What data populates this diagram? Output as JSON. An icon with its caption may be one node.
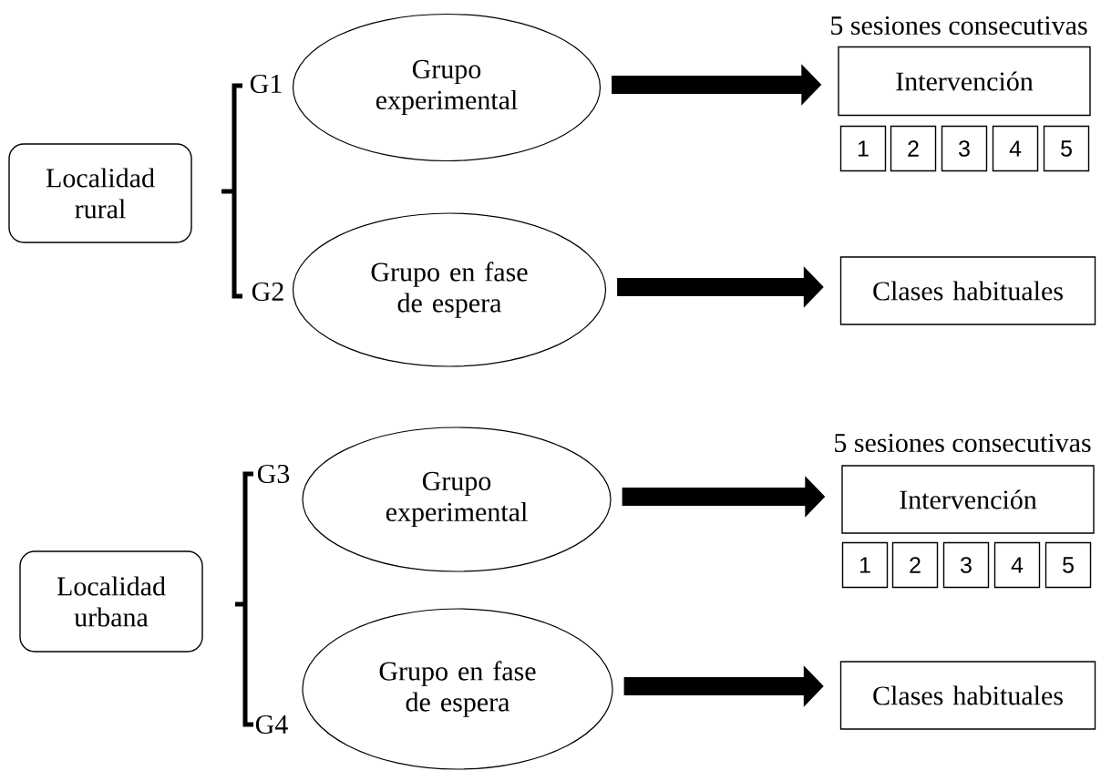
{
  "diagram": {
    "nodes": [
      {
        "text": [
          "Localidad rural"
        ]
      },
      {
        "text": [
          "Grupo experimental"
        ],
        "beside": [
          "G1"
        ]
      },
      {
        "text": [
          "Grupo en fase de espera"
        ],
        "beside": [
          "G2"
        ]
      },
      {
        "text": [
          "Intervención"
        ],
        "beside": [
          "5 sesiones consecutivas"
        ]
      },
      {
        "text": [
          "1"
        ]
      },
      {
        "text": [
          "2"
        ]
      },
      {
        "text": [
          "3"
        ]
      },
      {
        "text": [
          "4"
        ]
      },
      {
        "text": [
          "5"
        ]
      },
      {
        "text": [
          "Clases habituales"
        ]
      },
      {
        "text": [
          "Localidad urbana"
        ]
      },
      {
        "text": [
          "Grupo experimental"
        ],
        "beside": [
          "G3"
        ]
      },
      {
        "text": [
          "Grupo en fase de espera"
        ],
        "beside": [
          "G4"
        ]
      },
      {
        "text": [
          "Intervención"
        ],
        "beside": [
          "5 sesiones consecutivas"
        ]
      },
      {
        "text": [
          "1"
        ]
      },
      {
        "text": [
          "2"
        ]
      },
      {
        "text": [
          "3"
        ]
      },
      {
        "text": [
          "4"
        ]
      },
      {
        "text": [
          "5"
        ]
      },
      {
        "text": [
          "Clases habituales"
        ]
      }
    ],
    "edges": [
      {
        "from": 1,
        "to": 3,
        "arrow": "to"
      },
      {
        "from": 2,
        "to": 9,
        "arrow": "to"
      },
      {
        "from": 11,
        "to": 13,
        "arrow": "to"
      },
      {
        "from": 12,
        "to": 19,
        "arrow": "to"
      }
    ]
  }
}
